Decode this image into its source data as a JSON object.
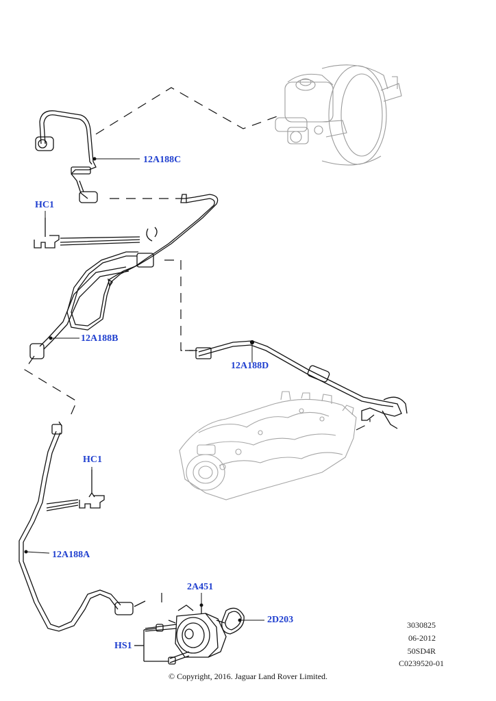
{
  "callouts": {
    "c_12a188c": "12A188C",
    "c_hc1_top": "HC1",
    "c_12a188b": "12A188B",
    "c_12a188d": "12A188D",
    "c_hc1_bottom": "HC1",
    "c_12a188a": "12A188A",
    "c_2a451": "2A451",
    "c_2d203": "2D203",
    "c_hs1": "HS1"
  },
  "meta": {
    "line1": "3030825",
    "line2": "06-2012",
    "line3": "50SD4R",
    "line4": "C0239520-01"
  },
  "copyright": "© Copyright, 2016. Jaguar Land Rover Limited.",
  "colors": {
    "callout": "#1f3fcf",
    "line": "#111111",
    "ghost": "#9a9a9a"
  }
}
